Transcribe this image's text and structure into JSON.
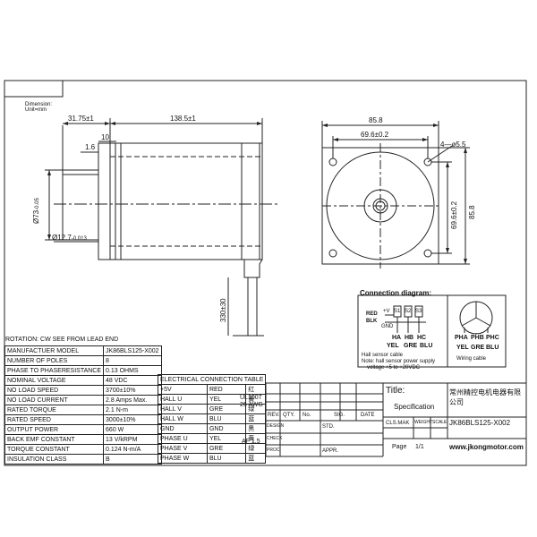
{
  "dimension_note": {
    "line1": "Dimension:",
    "line2": "Unit=mm"
  },
  "side_view": {
    "dim_total_flange": "31.75±1",
    "dim_body": "138.5±1",
    "dim_10": "10",
    "dim_1_6": "1.6",
    "dim_shaft_dia": "Ø73",
    "dim_shaft_tol": "-0.05",
    "dim_key": "Ø12.7",
    "dim_key_tol": "-0.013",
    "dim_lead": "330±30"
  },
  "front_view": {
    "dim_width": "85.8",
    "dim_hole_spacing": "69.6±0.2",
    "dim_holes": "4—ø5.5",
    "dim_vert_spacing": "69.6±0.2",
    "dim_height": "85.8"
  },
  "connection": {
    "title": "Connection diagram:",
    "red": "RED",
    "blk": "BLK",
    "plus5v": "+V",
    "gnd": "GND",
    "sensors": [
      "S1",
      "S2",
      "S3"
    ],
    "ha": "HA",
    "hb": "HB",
    "hc": "HC",
    "yel": "YEL",
    "gre": "GRE",
    "blu": "BLU",
    "hall_cable": "Hall sensor cable",
    "note1": "Note: hall sensor power supply",
    "note2": "voltage +5 to +20VDC",
    "pha": "PHA",
    "phb": "PHB",
    "phc": "PHC",
    "yel2": "YEL",
    "gre2": "GRE",
    "blu2": "BLU",
    "wiring_cable": "Wiring cable"
  },
  "specs": {
    "rotation": "ROTATION: CW SEE FROM LEAD END",
    "rows": [
      [
        "MANUFACTUER MODEL",
        "JK86BLS125-X002"
      ],
      [
        "NUMBER OF POLES",
        "8"
      ],
      [
        "PHASE TO PHASERESISTANCE",
        "0.13 OHMS"
      ],
      [
        "NOMINAL VOLTAGE",
        "48 VDC"
      ],
      [
        "NO LOAD SPEED",
        "3700±10%"
      ],
      [
        "NO LOAD CURRENT",
        "2.8 Amps Max."
      ],
      [
        "RATED TORQUE",
        "2.1 N-m"
      ],
      [
        "RATED SPEED",
        "3000±10%"
      ],
      [
        "OUTPUT POWER",
        "660 W"
      ],
      [
        "BACK EMF CONSTANT",
        "13 V/kRPM"
      ],
      [
        "TORQUE CONSTANT",
        "0.124 N-m/A"
      ],
      [
        "INSULATION CLASS",
        "B"
      ]
    ]
  },
  "electrical": {
    "title": "ELECTRICAL CONNECTION TABLE",
    "rows": [
      [
        "+5V",
        "RED",
        "红"
      ],
      [
        "HALL U",
        "YEL",
        "黄"
      ],
      [
        "HALL V",
        "GRE",
        "绿"
      ],
      [
        "HALL W",
        "BLU",
        "蓝"
      ],
      [
        "GND",
        "GND",
        "黑"
      ],
      [
        "PHASE U",
        "YEL",
        "黄"
      ],
      [
        "PHASE V",
        "GRE",
        "绿"
      ],
      [
        "PHASE W",
        "BLU",
        "蓝"
      ]
    ],
    "ul_line1": "UL1007",
    "ul_line2": "26 AWG",
    "af": "AF 1.5"
  },
  "title_block": {
    "rev_headers": [
      "REV.",
      "QTY.",
      "No.",
      "SIG.",
      "DATE"
    ],
    "design": "DESIGN",
    "std": "STD.",
    "check": "CHECK",
    "proc": "PROC.",
    "appr": "APPR.",
    "title_label": "Title:",
    "spec": "Specification",
    "model": "JK86BLS125-X002",
    "company": "常州精控电机电器有限公司",
    "cls_mak": "CLS.MAK",
    "weight": "WEIGHT",
    "scale": "SCALE",
    "page_label": "Page",
    "page_value": "1/1",
    "website": "www.jkongmotor.com"
  }
}
